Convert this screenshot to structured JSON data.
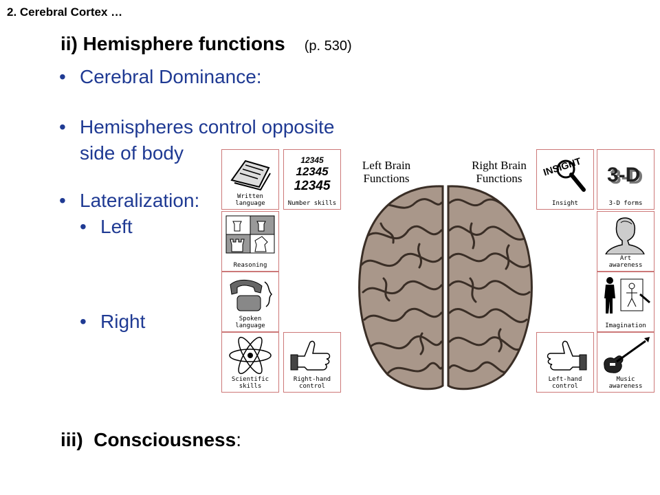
{
  "slide": {
    "section": "2.  Cerebral Cortex …",
    "heading_main": "ii) Hemisphere functions",
    "heading_page": "(p. 530)",
    "bullet_dominance": "Cerebral Dominance:",
    "bullet_hemispheres_line1": "Hemispheres control opposite",
    "bullet_hemispheres_line2": "side of body",
    "bullet_lateralization": "Lateralization:",
    "sub_left": "Left",
    "sub_right": "Right",
    "consciousness_num": "iii)",
    "consciousness_label": "Consciousness",
    "consciousness_colon": ":"
  },
  "figure": {
    "left_title_line1": "Left Brain",
    "left_title_line2": "Functions",
    "right_title_line1": "Right Brain",
    "right_title_line2": "Functions",
    "number_lines": [
      "12345",
      "12345",
      "12345"
    ],
    "tiles": {
      "written_language": [
        "Written",
        "language"
      ],
      "number_skills": [
        "Number skills"
      ],
      "reasoning": [
        "Reasoning"
      ],
      "spoken_language": [
        "Spoken",
        "language"
      ],
      "scientific_skills": [
        "Scientific",
        "skills"
      ],
      "right_hand_control": [
        "Right-hand",
        "control"
      ],
      "insight": [
        "Insight"
      ],
      "three_d_forms": [
        "3-D forms"
      ],
      "art_awareness": [
        "Art",
        "awareness"
      ],
      "imagination": [
        "Imagination"
      ],
      "left_hand_control": [
        "Left-hand",
        "control"
      ],
      "music_awareness": [
        "Music",
        "awareness"
      ]
    },
    "insight_word": "INSIGHT",
    "three_d_word": "3-D",
    "colors": {
      "tile_border": "#cc7777",
      "brain_fill": "#a9978a",
      "text_blue": "#1f3a93"
    }
  }
}
